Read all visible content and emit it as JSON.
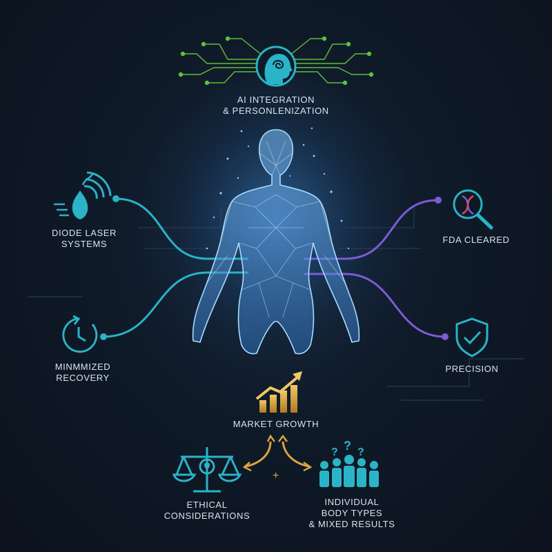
{
  "colors": {
    "background": "#0f1a28",
    "teal": "#2bb3c7",
    "purple": "#7b5cd6",
    "gold": "#d9a441",
    "circuit_green": "#5fbf3a",
    "body_blue": "#5aa8f0",
    "text": "#d9e4ee"
  },
  "top": {
    "icon": "ai-brain-circuit-icon",
    "line1": "AI INTEGRATION",
    "line2": "& PERSONLENIZATION"
  },
  "left": [
    {
      "icon": "laser-droplet-icon",
      "line1": "DIODE LASER",
      "line2": "SYSTEMS"
    },
    {
      "icon": "clock-recovery-icon",
      "line1": "MINMMIZED",
      "line2": "RECOVERY"
    }
  ],
  "right": [
    {
      "icon": "dna-magnifier-icon",
      "line1": "FDA CLEARED"
    },
    {
      "icon": "shield-check-icon",
      "line1": "PRECISION"
    }
  ],
  "center": {
    "icon": "growth-chart-icon",
    "label": "MARKET GROWTH"
  },
  "bottom": [
    {
      "icon": "scales-icon",
      "line1": "ETHICAL",
      "line2": "CONSIDERATIONS"
    },
    {
      "icon": "people-question-icon",
      "line1": "INDIVIDUAL",
      "line2": "BODY TYPES",
      "line3": "& MIXED RESULTS"
    }
  ],
  "plus_symbol": "+"
}
